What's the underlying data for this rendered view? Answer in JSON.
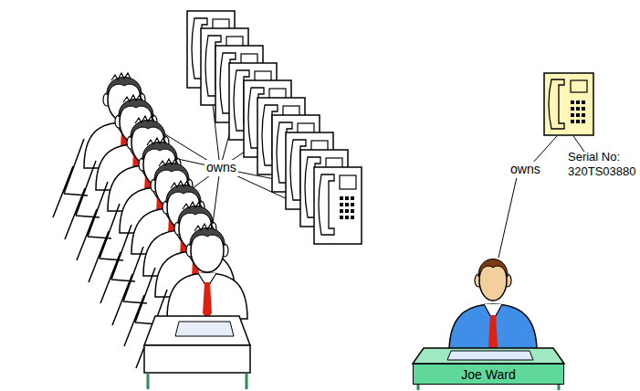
{
  "diagram": {
    "nodes": [
      {
        "text": [
          "Joe Ward"
        ]
      }
    ],
    "labels": [
      "owns",
      "owns",
      "Serial No: 320TS03880"
    ]
  }
}
